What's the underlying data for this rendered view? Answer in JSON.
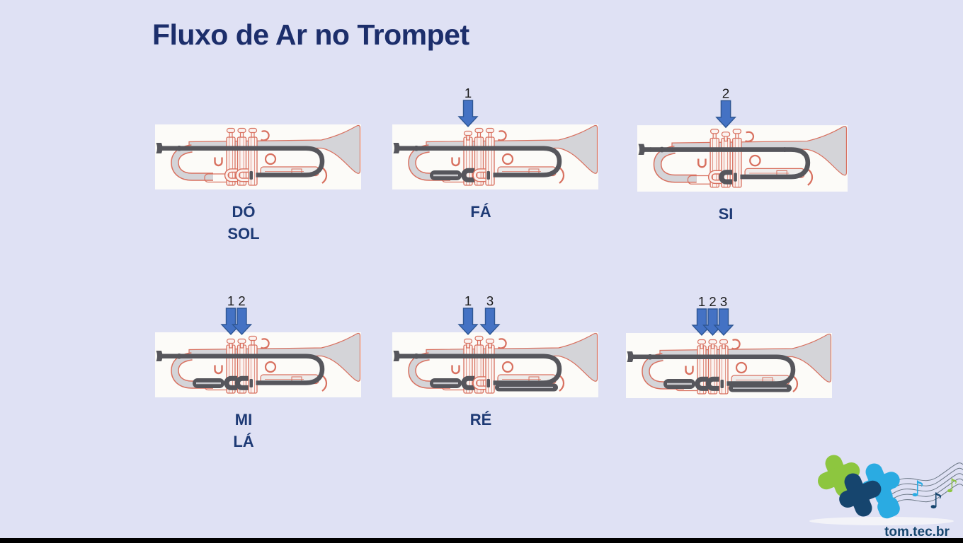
{
  "title": "Fluxo de Ar no Trompet",
  "cells": [
    {
      "id": "do-sol",
      "labels": [
        "DÓ",
        "SOL"
      ],
      "pressed_valves": [],
      "arrow_numbers": []
    },
    {
      "id": "fa",
      "labels": [
        "FÁ"
      ],
      "pressed_valves": [
        1
      ],
      "arrow_numbers": [
        "1"
      ]
    },
    {
      "id": "si",
      "labels": [
        "SI"
      ],
      "pressed_valves": [
        2
      ],
      "arrow_numbers": [
        "2"
      ]
    },
    {
      "id": "mi-la",
      "labels": [
        "MI",
        "LÁ"
      ],
      "pressed_valves": [
        1,
        2
      ],
      "arrow_numbers": [
        "1",
        "2"
      ]
    },
    {
      "id": "re",
      "labels": [
        "RÉ"
      ],
      "pressed_valves": [
        1,
        3
      ],
      "arrow_numbers": [
        "1",
        "3"
      ]
    },
    {
      "id": "all-valves",
      "labels": [],
      "pressed_valves": [
        1,
        2,
        3
      ],
      "arrow_numbers": [
        "1",
        "2",
        "3"
      ]
    }
  ],
  "footer": {
    "logo_text": "tom.tec.br"
  },
  "colors": {
    "background": "#dfe1f4",
    "box": "#fcfbf8",
    "trumpet_outline": "#d8705f",
    "trumpet_fill": "#fbf3f0",
    "trumpet_gray": "#d4d4d8",
    "air_path_dark": "#56565c",
    "arrow_fill": "#4472c4",
    "arrow_border": "#2e5693",
    "number_text": "#1a1a1a",
    "title_text": "#1c2e6b",
    "label_text": "#1e3a75",
    "logo_green": "#8dc63f",
    "logo_navy": "#16456e",
    "logo_blue": "#2aabe2",
    "bottom_bar": "#000000"
  }
}
